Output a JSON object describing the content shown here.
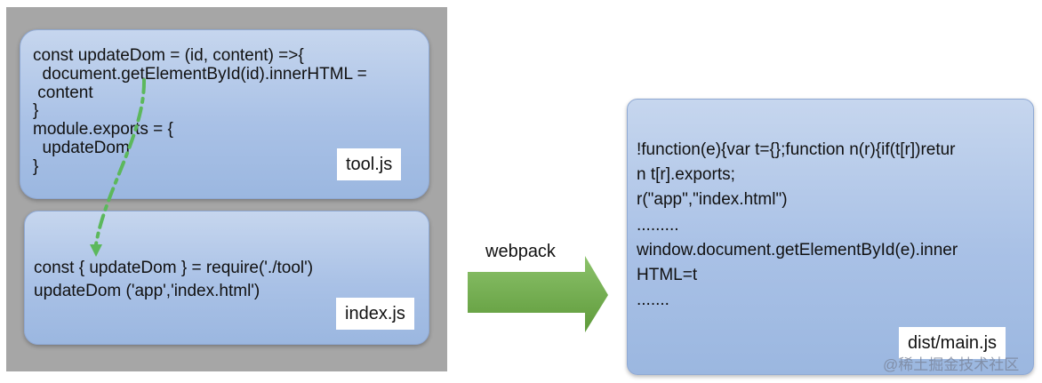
{
  "tool_box": {
    "code": "const updateDom = (id, content) =>{\n  document.getElementById(id).innerHTML =\n content\n}\nmodule.exports = {\n  updateDom\n}",
    "label": "tool.js"
  },
  "index_box": {
    "code": "const { updateDom } = require('./tool')\nupdateDom ('app','index.html')",
    "label": "index.js"
  },
  "main_box": {
    "code": "!function(e){var t={};function n(r){if(t[r])retur\nn t[r].exports;\nr(\"app\",\"index.html\")\n.........\nwindow.document.getElementById(e).inner\nHTML=t\n.......",
    "label": "dist/main.js"
  },
  "arrow_label": "webpack",
  "watermark": "@稀土掘金技术社区",
  "colors": {
    "panel": "#a6a6a6",
    "box": "#a9c1e6",
    "arrow": "#70ad47",
    "dashed_arrow": "#5cb85c"
  }
}
